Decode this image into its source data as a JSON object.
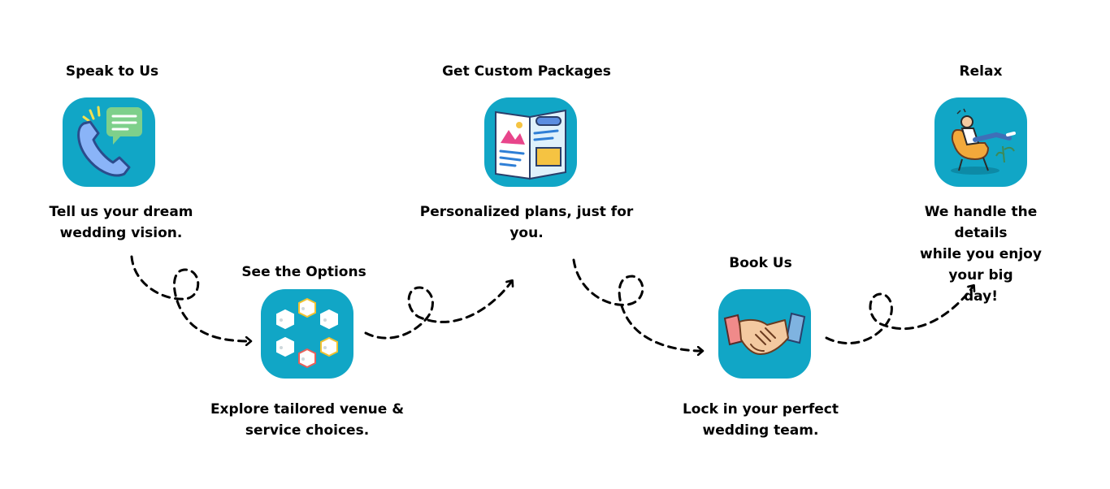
{
  "steps": [
    {
      "title": "Speak to Us",
      "desc_lines": [
        "Tell us your dream",
        "wedding vision."
      ],
      "icon": "phone-chat-icon"
    },
    {
      "title": "See the Options",
      "desc_lines": [
        "Explore tailored venue &",
        "service choices."
      ],
      "icon": "hexagon-options-icon"
    },
    {
      "title": "Get Custom Packages",
      "desc_lines": [
        "Personalized plans, just for",
        "you."
      ],
      "icon": "brochure-icon"
    },
    {
      "title": "Book Us",
      "desc_lines": [
        "Lock in your perfect",
        "wedding team."
      ],
      "icon": "handshake-icon"
    },
    {
      "title": "Relax",
      "desc_lines": [
        "We handle the details",
        "while you enjoy your big",
        "day!"
      ],
      "icon": "relaxing-person-icon"
    }
  ],
  "colors": {
    "tile": "#11a6c6",
    "text": "#000000",
    "connector": "#000000"
  }
}
